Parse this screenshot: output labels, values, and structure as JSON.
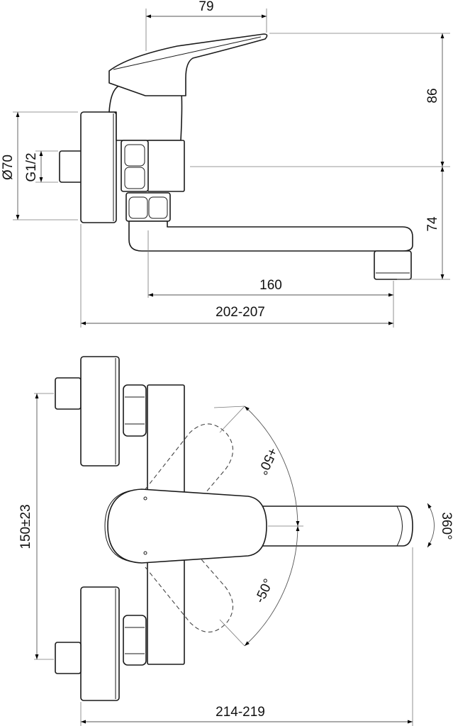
{
  "drawing": {
    "title": "Wall-mounted single-lever mixer — dimension drawing",
    "views": [
      "side-view",
      "top-view"
    ],
    "line_color": "#1a1a1a",
    "dimension_color": "#555555",
    "background": "#ffffff"
  },
  "side_view": {
    "dimensions": {
      "lever_reach": "79",
      "lever_height": "86",
      "spout_height": "74",
      "spout_length": "160",
      "overall_depth": "202-207",
      "flange_diameter": "Ø70",
      "connection_thread": "G1/2"
    }
  },
  "top_view": {
    "dimensions": {
      "centre_distance": "150±23",
      "overall_width": "214-219",
      "lever_rotation_plus": "+50°",
      "lever_rotation_minus": "-50°",
      "spout_swivel": "360°"
    }
  }
}
